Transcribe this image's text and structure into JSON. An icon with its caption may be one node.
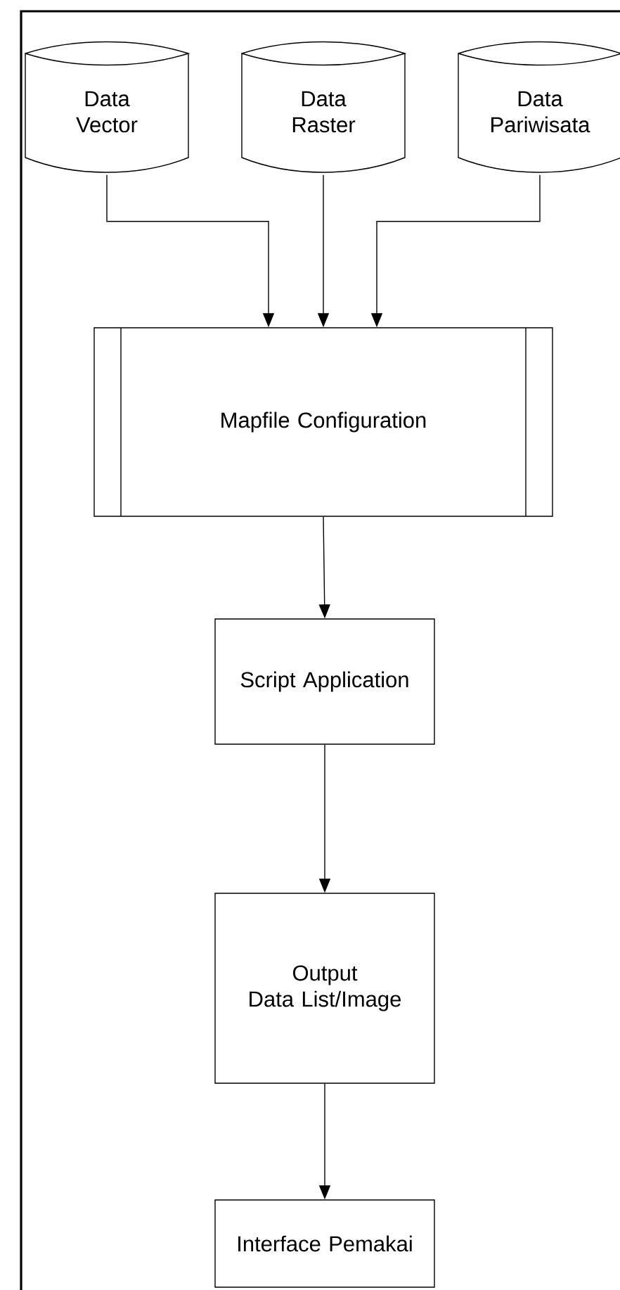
{
  "diagram": {
    "nodes": [
      {
        "text": [
          "Data Vector"
        ]
      },
      {
        "text": [
          "Data Raster"
        ]
      },
      {
        "text": [
          "Data Pariwisata"
        ]
      },
      {
        "text": [
          "Mapfile Configuration"
        ]
      },
      {
        "text": [
          "Script Application"
        ]
      },
      {
        "text": [
          "Output",
          "Data List/Image"
        ]
      },
      {
        "text": [
          "Interface Pemakai"
        ]
      }
    ],
    "edges": [
      {
        "from": 0,
        "to": 3,
        "arrow": "to"
      },
      {
        "from": 1,
        "to": 3,
        "arrow": "to"
      },
      {
        "from": 2,
        "to": 3,
        "arrow": "to"
      },
      {
        "from": 3,
        "to": 4,
        "arrow": "to"
      },
      {
        "from": 4,
        "to": 5,
        "arrow": "to"
      },
      {
        "from": 5,
        "to": 6,
        "arrow": "to"
      }
    ]
  }
}
